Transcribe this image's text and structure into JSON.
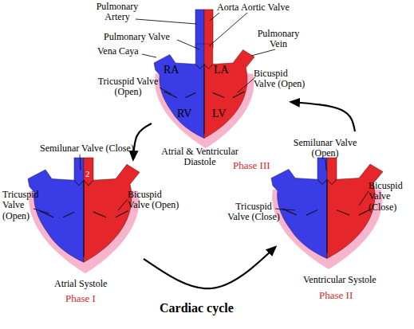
{
  "diagram": {
    "caption": "Cardiac cycle",
    "nodes": [
      {
        "text": [
          "Atrial & Ventricular Diastole",
          "Phase III"
        ]
      },
      {
        "text": [
          "Atrial Systole",
          "Phase I"
        ]
      },
      {
        "text": [
          "Ventricular Systole",
          "Phase II"
        ]
      }
    ],
    "edges": [
      {
        "from": 1,
        "to": 2,
        "arrow": "to"
      },
      {
        "from": 2,
        "to": 0,
        "arrow": "to"
      },
      {
        "from": 0,
        "to": 1,
        "arrow": "to"
      }
    ],
    "labels": [
      "Pulmonary Artery",
      "Aorta",
      "Aortic Valve",
      "Pulmonary Valve",
      "Pulmonary Vein",
      "Vena Caya",
      "RA",
      "LA",
      "RV",
      "LV",
      "Tricuspid Valve (Open)",
      "Bicuspid Valve (Open)",
      "Semilunar Valve (Close)",
      "Tricuspid Valve (Open)",
      "Bicuspid Valve (Open)",
      "2",
      "Semilunar Valve (Open)",
      "Bicuspid Valve (Close)",
      "Tricuspid Valve (Close)"
    ]
  }
}
